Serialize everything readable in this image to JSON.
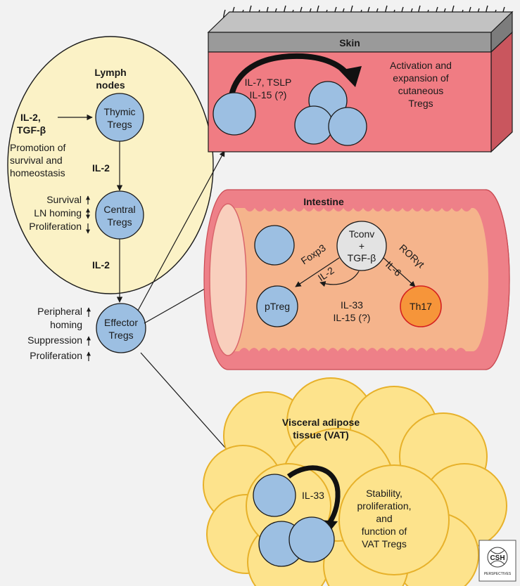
{
  "lymph_nodes": {
    "title_line1": "Lymph",
    "title_line2": "nodes",
    "signals_line1": "IL-2,",
    "signals_line2": "TGF-β",
    "promotion_line1": "Promotion of",
    "promotion_line2": "survival and",
    "promotion_line3": "homeostasis",
    "thymic_line1": "Thymic",
    "thymic_line2": "Tregs",
    "il2_a": "IL-2",
    "survival": "Survival",
    "ln_homing": "LN homing",
    "proliferation": "Proliferation",
    "central_line1": "Central",
    "central_line2": "Tregs",
    "il2_b": "IL-2"
  },
  "effector": {
    "line1": "Effector",
    "line2": "Tregs",
    "peripheral": "Peripheral",
    "homing": "homing",
    "suppression": "Suppression",
    "proliferation": "Proliferation"
  },
  "skin": {
    "title": "Skin",
    "signals_line1": "IL-7, TSLP",
    "signals_line2": "IL-15 (?)",
    "outcome_line1": "Activation and",
    "outcome_line2": "expansion of",
    "outcome_line3": "cutaneous",
    "outcome_line4": "Tregs"
  },
  "intestine": {
    "title": "Intestine",
    "tconv_line1": "Tconv",
    "tconv_line2": "+",
    "tconv_line3": "TGF-β",
    "foxp3": "Foxp3",
    "il2": "IL-2",
    "roryt": "RORγt",
    "il6": "IL-6",
    "ptreg": "pTreg",
    "il33": "IL-33",
    "il15": "IL-15 (?)",
    "th17": "Th17"
  },
  "vat": {
    "title_line1": "Visceral adipose",
    "title_line2": "tissue (VAT)",
    "il33": "IL-33",
    "outcome_line1": "Stability,",
    "outcome_line2": "proliferation,",
    "outcome_line3": "and",
    "outcome_line4": "function of",
    "outcome_line5": "VAT Tregs"
  },
  "logo": {
    "line1": "CSH",
    "line2": "PERSPECTIVES"
  },
  "colors": {
    "cell_blue": "#9cbfe2",
    "lymph_fill": "#fbf2c6",
    "skin_red": "#f07c83",
    "skin_top": "#9a9a9a",
    "intestine_wall": "#ee8088",
    "intestine_lumen": "#f5b48c",
    "th17_orange": "#f6953a",
    "vat_yellow": "#fde38c",
    "vat_stroke": "#e7b12a"
  }
}
